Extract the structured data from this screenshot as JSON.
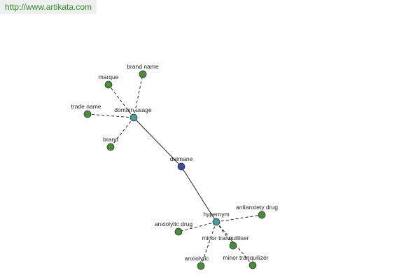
{
  "site": {
    "url": "http://www.artikata.com"
  },
  "colors": {
    "leaf_node": "#4e8a3e",
    "hub_node": "#4a9aa0",
    "center_node": "#3d4da0",
    "edge": "#111111",
    "url_text": "#2e8b2e"
  },
  "graph": {
    "center": {
      "label": "dalmane"
    },
    "hubs": [
      {
        "id": "domain-usage",
        "label": "domain usage"
      },
      {
        "id": "hypernym",
        "label": "hypernym"
      }
    ],
    "domain_usage_terms": [
      {
        "id": "brand-name",
        "label": "brand name"
      },
      {
        "id": "marque",
        "label": "marque"
      },
      {
        "id": "trade-name",
        "label": "trade name"
      },
      {
        "id": "brand",
        "label": "brand"
      }
    ],
    "hypernym_terms": [
      {
        "id": "antianxiety-drug",
        "label": "antianxiety drug"
      },
      {
        "id": "anxiolytic-drug",
        "label": "anxiolytic drug"
      },
      {
        "id": "minor-tranquilliser",
        "label": "minor tranquilliser"
      },
      {
        "id": "anxiolytic",
        "label": "anxiolytic"
      },
      {
        "id": "minor-tranquilizer",
        "label": "minor tranquilizer"
      }
    ]
  }
}
